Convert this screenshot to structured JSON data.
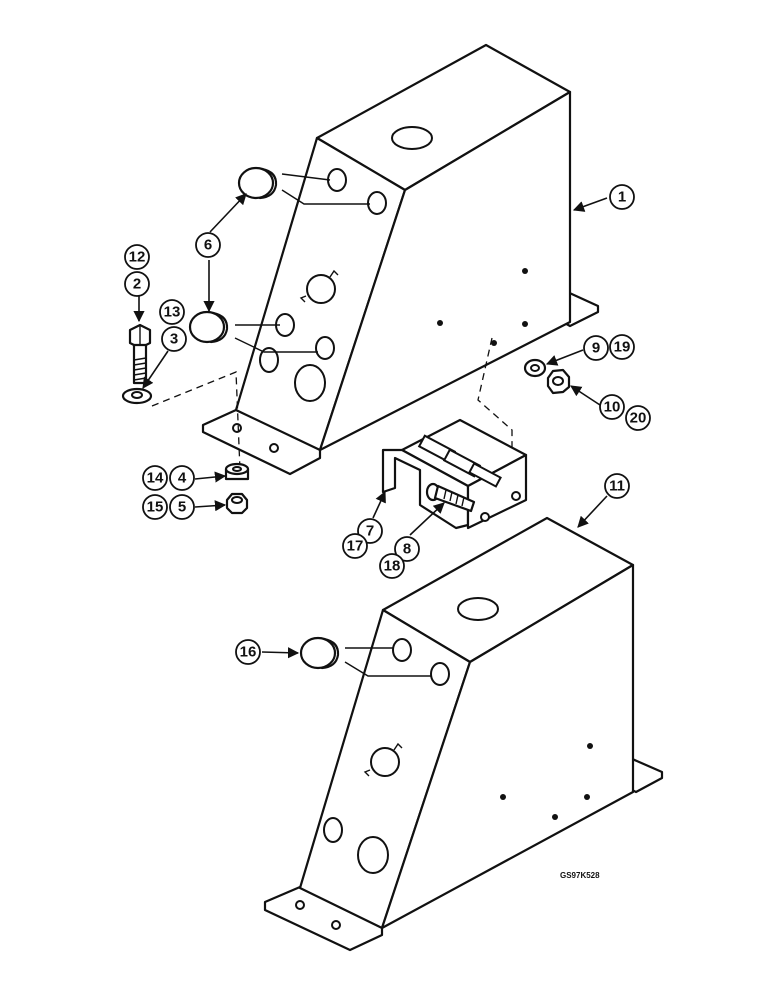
{
  "drawing_code": "GS97K528",
  "callouts": {
    "c1": "1",
    "c2": "2",
    "c3": "3",
    "c4": "4",
    "c5": "5",
    "c6": "6",
    "c7": "7",
    "c8": "8",
    "c9": "9",
    "c10": "10",
    "c11": "11",
    "c12": "12",
    "c13": "13",
    "c14": "14",
    "c15": "15",
    "c16": "16",
    "c17": "17",
    "c18": "18",
    "c19": "19",
    "c20": "20"
  }
}
